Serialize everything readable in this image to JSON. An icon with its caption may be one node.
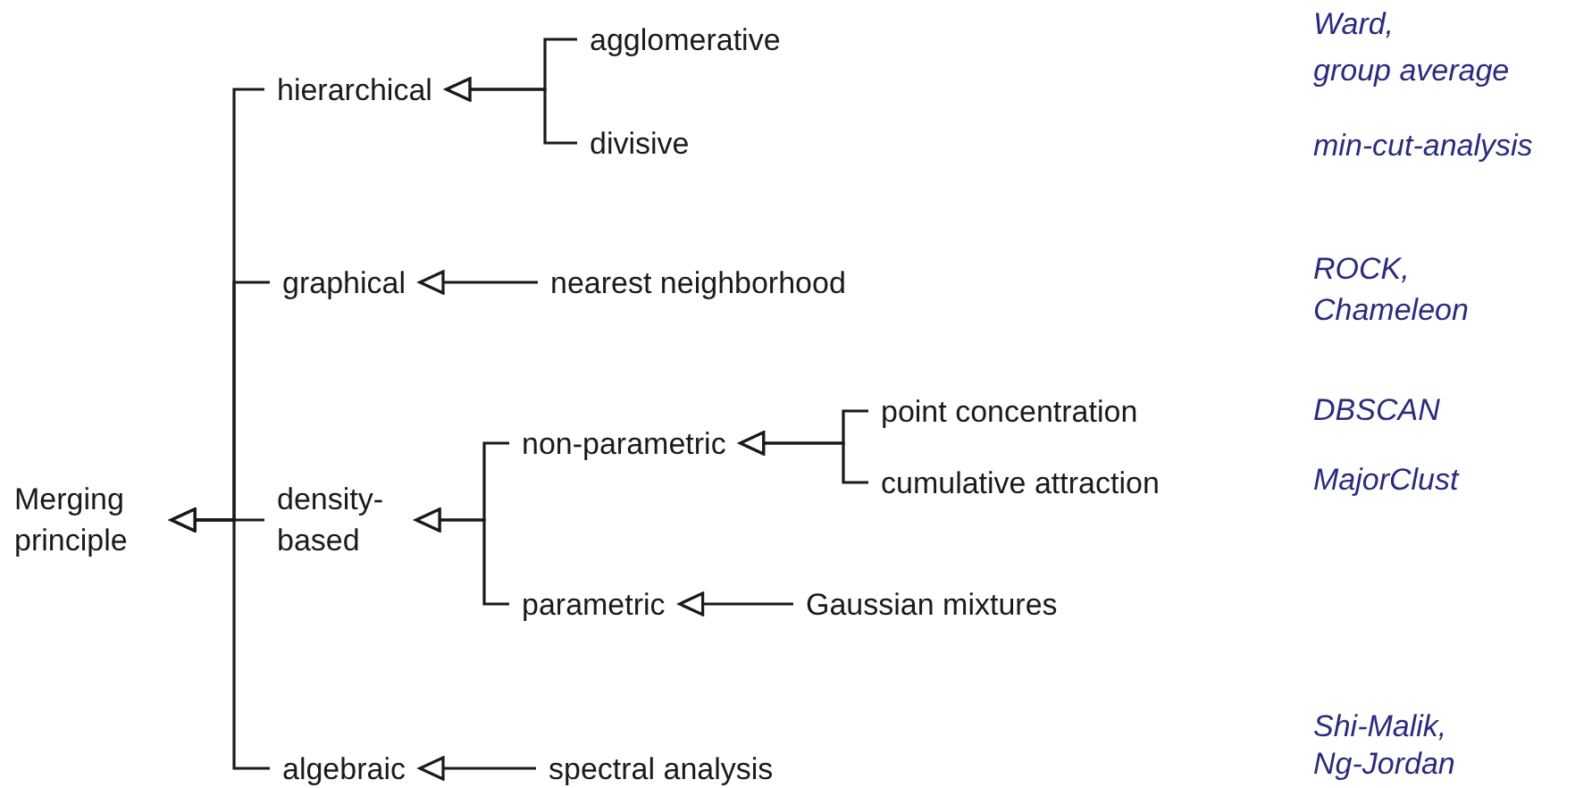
{
  "diagram": {
    "nodes": [
      {
        "text": [
          "Merging principle"
        ]
      },
      {
        "text": [
          "hierarchical"
        ]
      },
      {
        "text": [
          "agglomerative"
        ]
      },
      {
        "text": [
          "divisive"
        ]
      },
      {
        "text": [
          "graphical"
        ]
      },
      {
        "text": [
          "nearest neighborhood"
        ]
      },
      {
        "text": [
          "density-based"
        ]
      },
      {
        "text": [
          "non-parametric"
        ]
      },
      {
        "text": [
          "point concentration"
        ]
      },
      {
        "text": [
          "cumulative attraction"
        ]
      },
      {
        "text": [
          "parametric"
        ]
      },
      {
        "text": [
          "Gaussian mixtures"
        ]
      },
      {
        "text": [
          "algebraic"
        ]
      },
      {
        "text": [
          "spectral analysis"
        ]
      }
    ],
    "edges": [
      {
        "from": 1,
        "to": 0,
        "arrow": "to"
      },
      {
        "from": 4,
        "to": 0,
        "arrow": "to"
      },
      {
        "from": 6,
        "to": 0,
        "arrow": "to"
      },
      {
        "from": 12,
        "to": 0,
        "arrow": "to"
      },
      {
        "from": 2,
        "to": 1,
        "arrow": "to"
      },
      {
        "from": 3,
        "to": 1,
        "arrow": "to"
      },
      {
        "from": 5,
        "to": 4,
        "arrow": "to"
      },
      {
        "from": 7,
        "to": 6,
        "arrow": "to"
      },
      {
        "from": 10,
        "to": 6,
        "arrow": "to"
      },
      {
        "from": 8,
        "to": 7,
        "arrow": "to"
      },
      {
        "from": 9,
        "to": 7,
        "arrow": "to"
      },
      {
        "from": 11,
        "to": 10,
        "arrow": "to"
      },
      {
        "from": 13,
        "to": 12,
        "arrow": "to"
      }
    ],
    "labels": [
      "Ward,",
      "group average",
      "min-cut-analysis",
      "ROCK,",
      "Chameleon",
      "DBSCAN",
      "MajorClust",
      "Shi-Malik,",
      "Ng-Jordan"
    ]
  }
}
